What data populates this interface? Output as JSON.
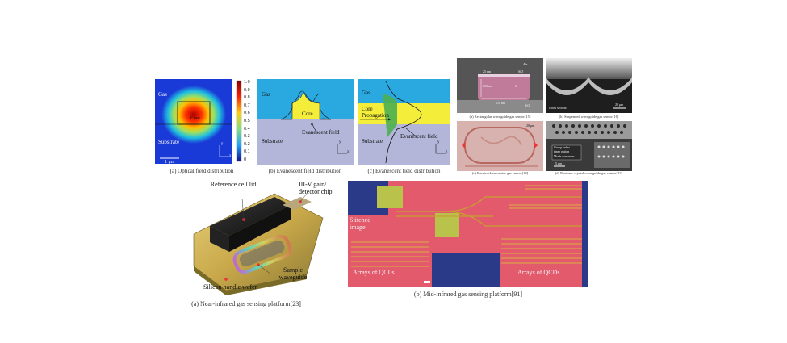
{
  "top_row": {
    "a": {
      "caption": "(a) Optical field distribution",
      "gas": "Gas",
      "core": "Core",
      "substrate": "Substrate",
      "scale": "1 μm",
      "axis_y": "y",
      "axis_x": "x",
      "colorbar_ticks": [
        "1.0",
        "0.9",
        "0.8",
        "0.7",
        "0.6",
        "0.5",
        "0.4",
        "0.3",
        "0.2",
        "0.1",
        "0"
      ]
    },
    "b": {
      "caption": "(b) Evanescent field distribution",
      "gas": "Gas",
      "core": "Core",
      "substrate": "Substrate",
      "evanescent": "Evanescent field",
      "axis_y": "y",
      "axis_x": "x"
    },
    "c": {
      "caption": "(c) Evanescent field distribution",
      "gas": "Gas",
      "core": "Core",
      "propagation": "Propagation",
      "substrate": "Substrate",
      "evanescent": "Evanescent field",
      "axis_y": "y",
      "axis_x": "z"
    },
    "grid": {
      "a_caption": "(a) Rectangular waveguide gas sensor[15]",
      "a_air": "Air",
      "a_sio2_top": "SiO",
      "a_si": "Si",
      "a_sio2_bot": "SiO",
      "a_dim1": "25 nm",
      "a_dim2": "250 nm",
      "a_dim3": "510 nm",
      "b_caption": "(b) Suspended waveguide gas sensor[16]",
      "b_cross": "Cross section",
      "b_scale": "20 μm",
      "c_caption": "(c) Racetrack resonator gas sensor[18]",
      "c_scale": "20 μm",
      "d_caption": "(d) Photonic crystal waveguide gas sensor[22]",
      "d_l1": "Group index",
      "d_l2": "taper region",
      "d_l3": "Mode converter",
      "d_scale": "5 μm"
    }
  },
  "bottom_row": {
    "nir": {
      "caption": "(a) Near-infrared gas sensing platform[23]",
      "ref_lid": "Reference cell lid",
      "gain_chip": "III-V gain/ detector chip",
      "sample_wg": "Sample waveguide",
      "handle_wafer": "Silicon handle wafer"
    },
    "mir": {
      "caption": "(b) Mid-infrared gas sensing platform[91]",
      "stitched": "Stitched image",
      "qcl": "Arrays of QCLs",
      "qcd": "Arrays of QCDs"
    }
  },
  "colors": {
    "gas": "#2aa8e0",
    "core": "#f4ee3a",
    "substrate": "#b3b6d9",
    "evanescent": "#4caf50",
    "mir_bg": "#2a3a88",
    "mir_chip": "#e25a6c"
  }
}
